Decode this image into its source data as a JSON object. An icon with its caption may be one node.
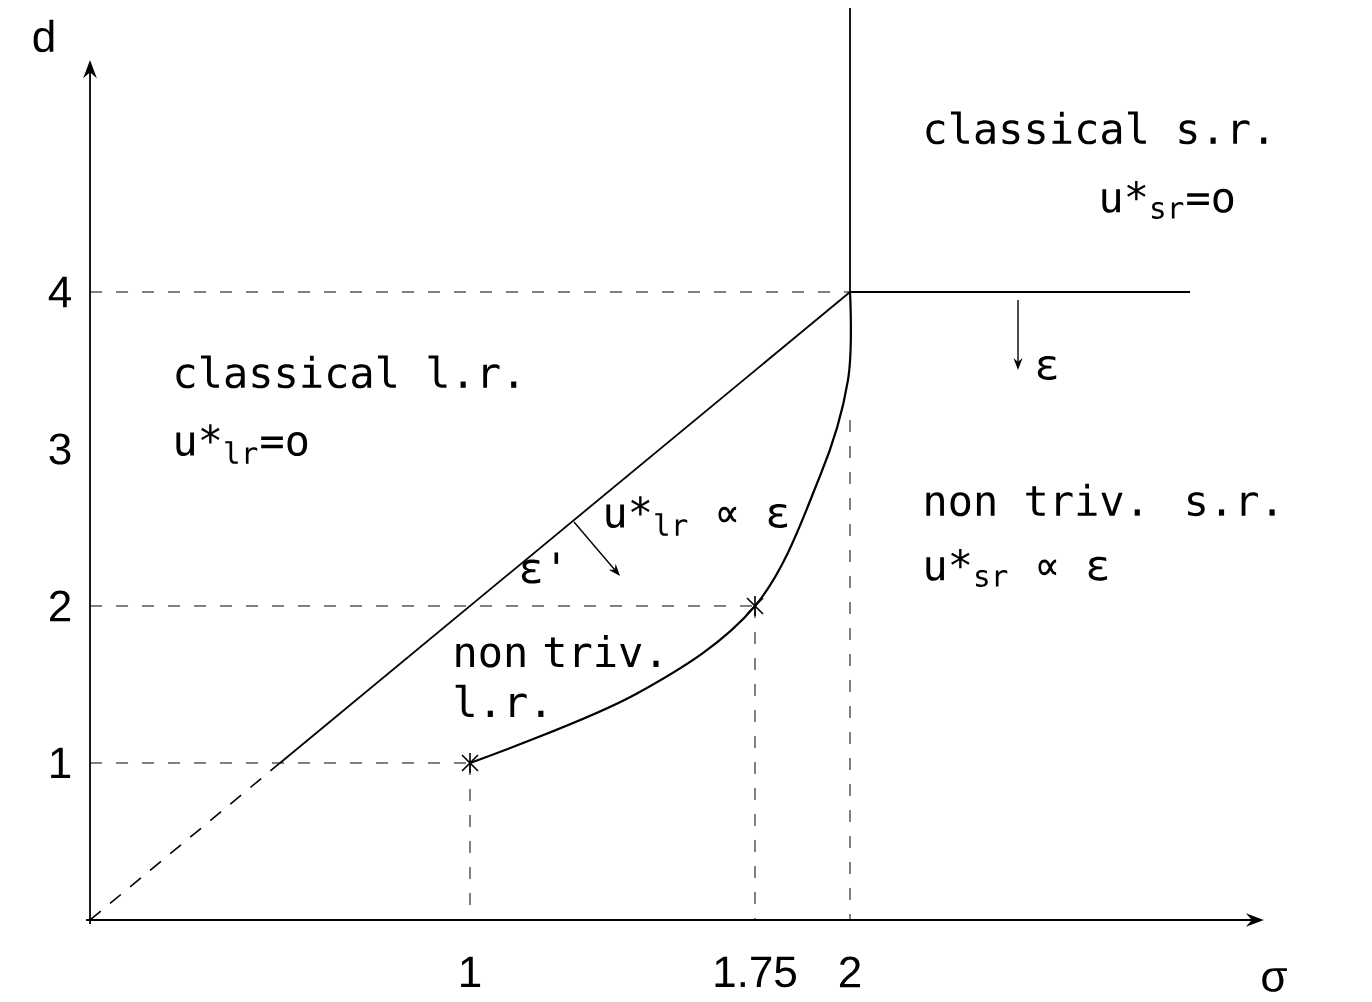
{
  "diagram": {
    "labels": [
      "d",
      "4",
      "classical s.r.",
      "u*$_{sr}$=o",
      "ε",
      "classical l.r.",
      "u*$_{lr}$=o",
      "3",
      "non triv. s.r.",
      "u*$_{sr}$ ∝ ε",
      "u*$_{lr}$ ∝ ε",
      "ε'",
      "2",
      "non triv. l.r.",
      "1",
      "σ",
      "1",
      "1.75",
      "2"
    ]
  }
}
